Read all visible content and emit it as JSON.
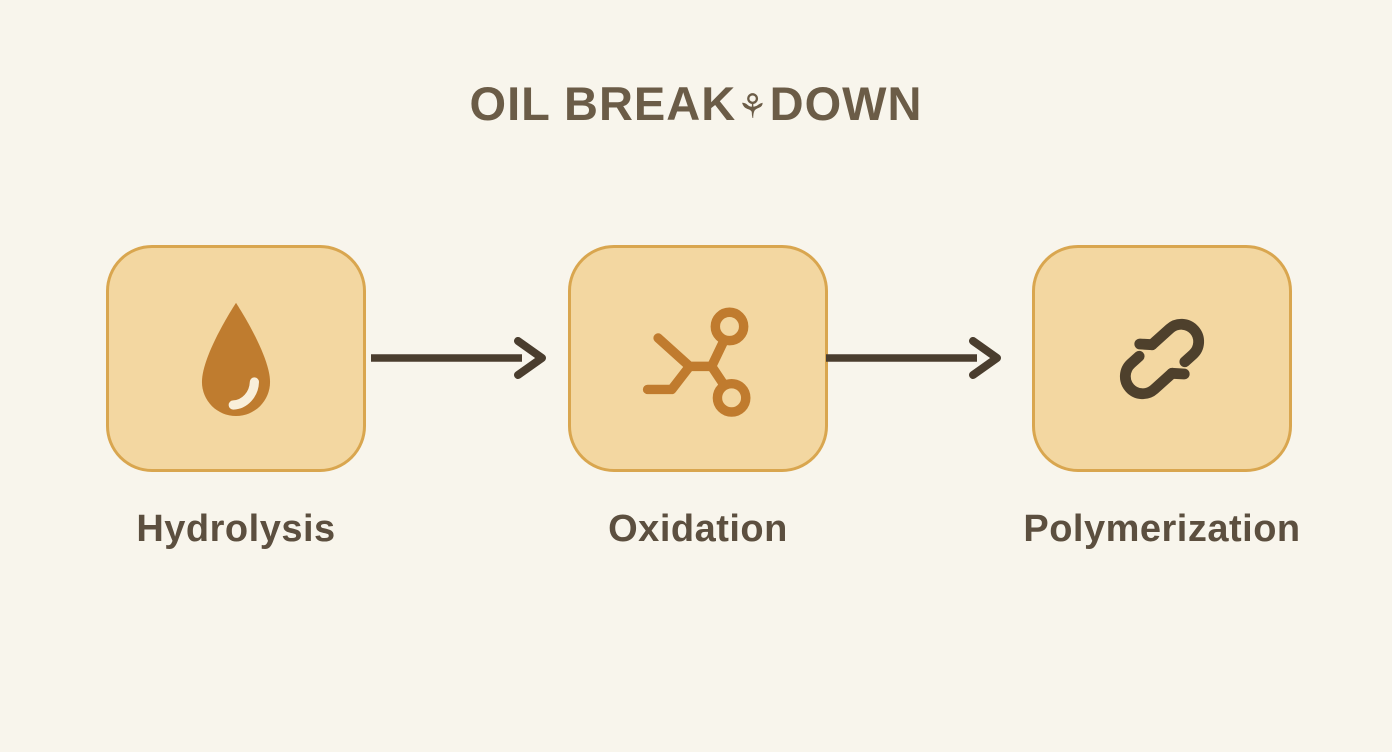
{
  "title": {
    "left": "OIL BREAK",
    "glyph": "⚘",
    "right": "DOWN"
  },
  "stages": [
    {
      "label": "Hydrolysis",
      "icon": "droplet-icon"
    },
    {
      "label": "Oxidation",
      "icon": "molecule-icon"
    },
    {
      "label": "Polymerization",
      "icon": "chain-link-icon"
    }
  ],
  "arrows": [
    {
      "from": "Hydrolysis",
      "to": "Oxidation"
    },
    {
      "from": "Oxidation",
      "to": "Polymerization"
    }
  ],
  "colors": {
    "background": "#f8f5ec",
    "card_fill": "#f3d7a1",
    "card_border": "#d9a64f",
    "droplet_icon": "#bf7c2f",
    "droplet_highlight": "#f9efda",
    "molecule_icon": "#c07b2e",
    "chain_icon": "#4e402c",
    "arrow": "#4a3d2e",
    "title_text": "#6b5c47",
    "label_text": "#5c4f3f"
  }
}
